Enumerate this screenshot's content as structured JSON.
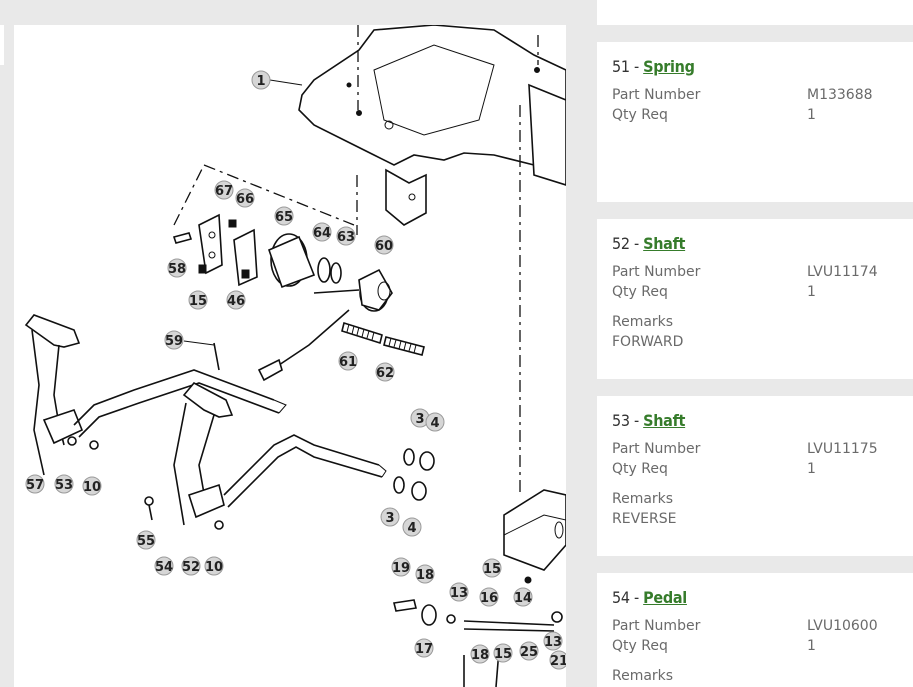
{
  "diagram": {
    "callouts": [
      "1",
      "67",
      "66",
      "65",
      "64",
      "63",
      "60",
      "58",
      "15",
      "46",
      "59",
      "61",
      "62",
      "3",
      "4",
      "57",
      "53",
      "10",
      "55",
      "54",
      "52",
      "10",
      "3",
      "4",
      "19",
      "18",
      "13",
      "16",
      "15",
      "14",
      "17",
      "18",
      "15",
      "25",
      "13",
      "21"
    ]
  },
  "labels": {
    "part_number": "Part Number",
    "qty_req": "Qty Req",
    "remarks": "Remarks"
  },
  "parts": [
    {
      "index": "51",
      "separator": " - ",
      "name": "Spring",
      "part_number": "M133688",
      "qty": "1",
      "remarks": ""
    },
    {
      "index": "52",
      "separator": " - ",
      "name": "Shaft",
      "part_number": "LVU11174",
      "qty": "1",
      "remarks": "FORWARD"
    },
    {
      "index": "53",
      "separator": " - ",
      "name": "Shaft",
      "part_number": "LVU11175",
      "qty": "1",
      "remarks": "REVERSE"
    },
    {
      "index": "54",
      "separator": " - ",
      "name": "Pedal",
      "part_number": "LVU10600",
      "qty": "1",
      "remarks": ""
    }
  ]
}
